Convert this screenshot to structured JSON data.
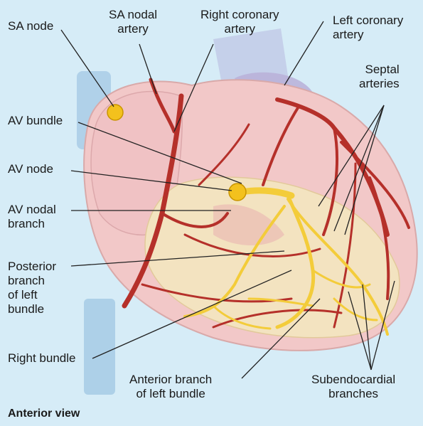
{
  "labels": {
    "sa_node": "SA node",
    "sa_nodal_artery": "SA nodal\nartery",
    "right_coronary_artery": "Right coronary\nartery",
    "left_coronary_artery": "Left coronary\nartery",
    "septal_arteries": "Septal\narteries",
    "av_bundle": "AV bundle",
    "av_node": "AV node",
    "av_nodal_branch": "AV nodal\nbranch",
    "posterior_branch_left_bundle": "Posterior\nbranch\nof left\nbundle",
    "right_bundle": "Right bundle",
    "anterior_branch_left_bundle": "Anterior branch\nof left bundle",
    "subendocardial_branches": "Subendocardial\nbranches"
  },
  "caption": "Anterior view",
  "colors": {
    "background": "#d6ecf7",
    "heart_outer": "#f2c8c8",
    "heart_inner": "#f3e3c0",
    "artery": "#b5302a",
    "conduction": "#f3cc3a",
    "node": "#f3c11d",
    "vessel_blue": "#a9cde6"
  }
}
